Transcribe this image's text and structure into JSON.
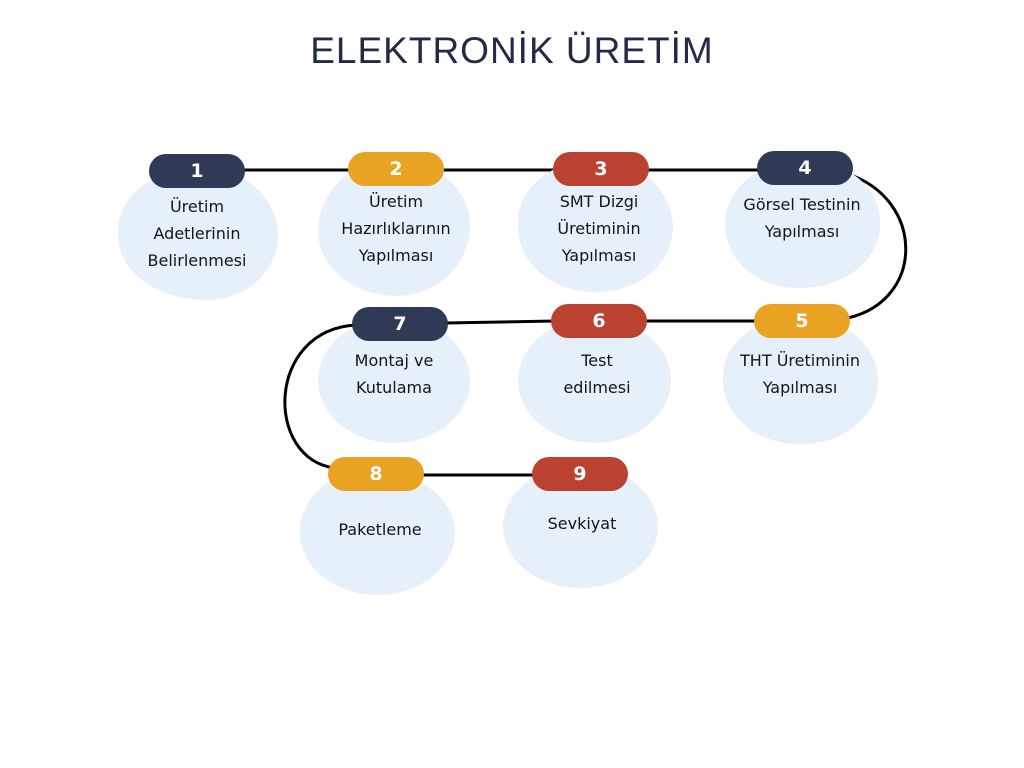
{
  "title": "ELEKTRONİK ÜRETİM",
  "colors": {
    "navy": "#2f3b56",
    "orange": "#e9a221",
    "red": "#bb4230",
    "blob": "#e6f0fb",
    "connector": "#000000",
    "title": "#232a48"
  },
  "steps": [
    {
      "number": "1",
      "label": "Üretim Adetlerinin Belirlenmesi",
      "color": "navy"
    },
    {
      "number": "2",
      "label": "Üretim Hazırlıklarının Yapılması",
      "color": "orange"
    },
    {
      "number": "3",
      "label": "SMT Dizgi Üretiminin Yapılması",
      "color": "red"
    },
    {
      "number": "4",
      "label": "Görsel Testinin Yapılması",
      "color": "navy"
    },
    {
      "number": "5",
      "label": "THT Üretiminin Yapılması",
      "color": "orange"
    },
    {
      "number": "6",
      "label": "Test edilmesi",
      "color": "red"
    },
    {
      "number": "7",
      "label": "Montaj ve Kutulama",
      "color": "navy"
    },
    {
      "number": "8",
      "label": "Paketleme",
      "color": "orange"
    },
    {
      "number": "9",
      "label": "Sevkiyat",
      "color": "red"
    }
  ]
}
